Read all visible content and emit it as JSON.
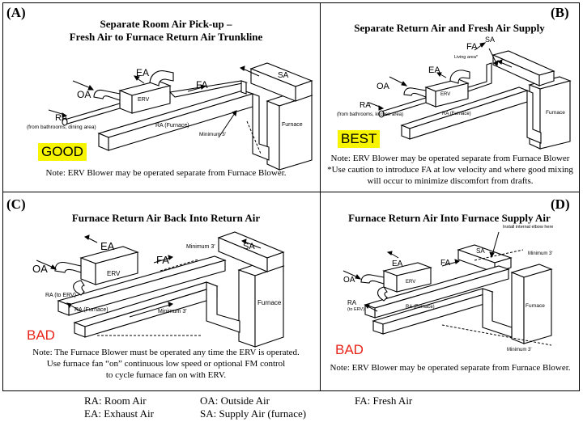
{
  "panels": {
    "a": {
      "letter": "(A)",
      "title_line1": "Separate Room Air Pick-up –",
      "title_line2": "Fresh Air to Furnace Return Air Trunkline",
      "rating": "GOOD",
      "note": "Note: ERV Blower may be operated separate from Furnace Blower.",
      "labels": {
        "ea": "EA",
        "oa": "OA",
        "erv": "ERV",
        "fa": "FA",
        "sa": "SA",
        "ra": "RA",
        "ra_sub": "(from bathrooms, dining area)",
        "ra_furnace": "RA (Furnace)",
        "minimum": "Minimum 3'",
        "furnace": "Furnace"
      }
    },
    "b": {
      "letter": "(B)",
      "title": "Separate Return Air and Fresh Air Supply",
      "rating": "BEST",
      "note_line1": "Note: ERV Blower may be operated separate from Furnace Blower",
      "note_line2": "*Use caution to introduce FA at low velocity and where good mixing",
      "note_line3": "will occur to minimize discomfort from drafts.",
      "labels": {
        "fa": "FA",
        "fa_sub": "Living area*",
        "sa": "SA",
        "ea": "EA",
        "oa": "OA",
        "erv": "ERV",
        "ra": "RA",
        "ra_sub": "(from bathrooms, kitchen area)",
        "ra_furnace": "RA (Furnace)",
        "furnace": "Furnace"
      }
    },
    "c": {
      "letter": "(C)",
      "title": "Furnace Return Air Back Into Return Air",
      "rating": "BAD",
      "note_line1": "Note:  The Furnace Blower must be operated any time the ERV is operated.",
      "note_line2": "Use furnace fan “on” continuous low speed or optional FM control",
      "note_line3": "to cycle furnace fan on with ERV.",
      "labels": {
        "ea": "EA",
        "oa": "OA",
        "erv": "ERV",
        "fa": "FA",
        "sa": "SA",
        "ra_erv": "RA (to ERV)",
        "ra_furnace": "RA (Furnace)",
        "minimum_top": "Minimum 3'",
        "minimum_bottom": "Minimum 3'",
        "furnace": "Furnace"
      }
    },
    "d": {
      "letter": "(D)",
      "title": "Furnace Return Air Into Furnace Supply Air",
      "rating": "BAD",
      "note": "Note:  ERV Blower may be operated separate from Furnace Blower.",
      "labels": {
        "install": "Install internal elbow here",
        "sa": "SA",
        "minimum_top": "Minimum 3'",
        "ea": "EA",
        "fa": "FA",
        "oa": "OA",
        "erv": "ERV",
        "ra": "RA",
        "ra_sub": "(to ERV)",
        "ra_furnace": "RA (Furnace)",
        "furnace": "Furnace",
        "minimum_bottom": "Minimum 3'"
      }
    }
  },
  "legend": {
    "ra": "RA: Room Air",
    "oa": "OA: Outside Air",
    "fa": "FA: Fresh Air",
    "ea": "EA: Exhaust Air",
    "sa": "SA: Supply Air (furnace)"
  }
}
